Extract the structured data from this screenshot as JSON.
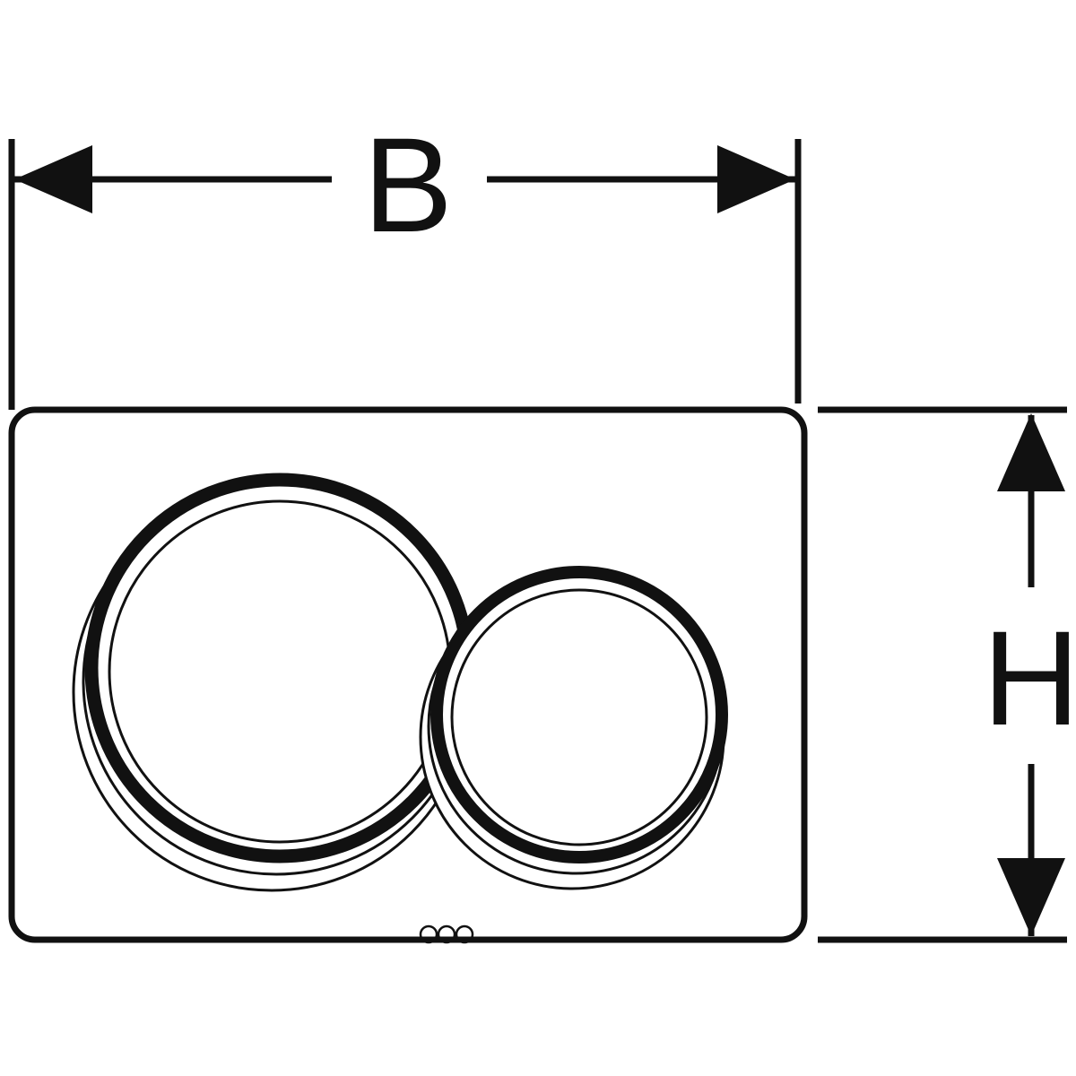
{
  "diagram": {
    "type": "technical-dimension-drawing",
    "subject": "dual-flush actuator plate with two round buttons",
    "labels": {
      "width": "B",
      "height": "H"
    },
    "colors": {
      "line": "#111111",
      "background": "#ffffff"
    }
  }
}
